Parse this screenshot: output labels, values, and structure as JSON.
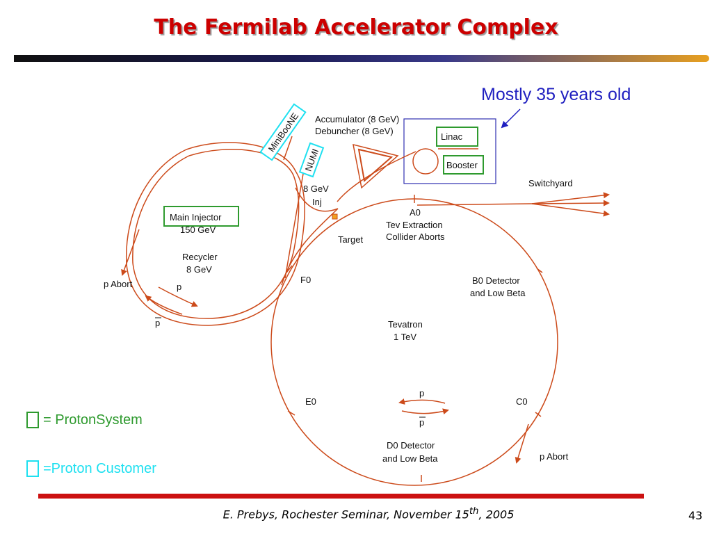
{
  "title": "The Fermilab Accelerator Complex",
  "note": "Mostly 35 years old",
  "colors": {
    "title": "#cc0000",
    "beamline": "#cc4a1a",
    "proton_system_box": "#2e9a2e",
    "proton_customer_box": "#1ee0f0",
    "linac_booster_enclosure": "#3030b0",
    "note_text": "#2020c0"
  },
  "diagram": {
    "boxed_labels": {
      "miniboone": "MiniBooNE",
      "numi": "NUMI",
      "linac": "Linac",
      "booster": "Booster",
      "main_injector_line1": "Main Injector",
      "main_injector_line2": "150 GeV"
    },
    "labels": {
      "accumulator": "Accumulator (8 GeV)",
      "debuncher": "Debuncher (8 GeV)",
      "switchyard": "Switchyard",
      "inj_8gev_line1": "8 GeV",
      "inj_8gev_line2": "Inj",
      "a0": "A0",
      "tev_extraction": "Tev Extraction",
      "collider_aborts": "Collider Aborts",
      "target": "Target",
      "recycler_line1": "Recycler",
      "recycler_line2": "8 GeV",
      "f0": "F0",
      "p_abort_left": "p Abort",
      "p_left": "p",
      "pbar_left": "p",
      "b0_line1": "B0 Detector",
      "b0_line2": "and Low Beta",
      "tevatron_line1": "Tevatron",
      "tevatron_line2": "1 TeV",
      "e0": "E0",
      "c0": "C0",
      "p_center": "p",
      "pbar_center": "p",
      "d0_line1": "D0 Detector",
      "d0_line2": "and Low Beta",
      "p_abort_right": "p Abort"
    }
  },
  "legend": {
    "proton_system": "= ProtonSystem",
    "proton_customer": "=Proton Customer"
  },
  "footer": {
    "text_before": "E. Prebys, Rochester Seminar, November 15",
    "superscript": "th",
    "text_after": ", 2005"
  },
  "page_number": "43"
}
